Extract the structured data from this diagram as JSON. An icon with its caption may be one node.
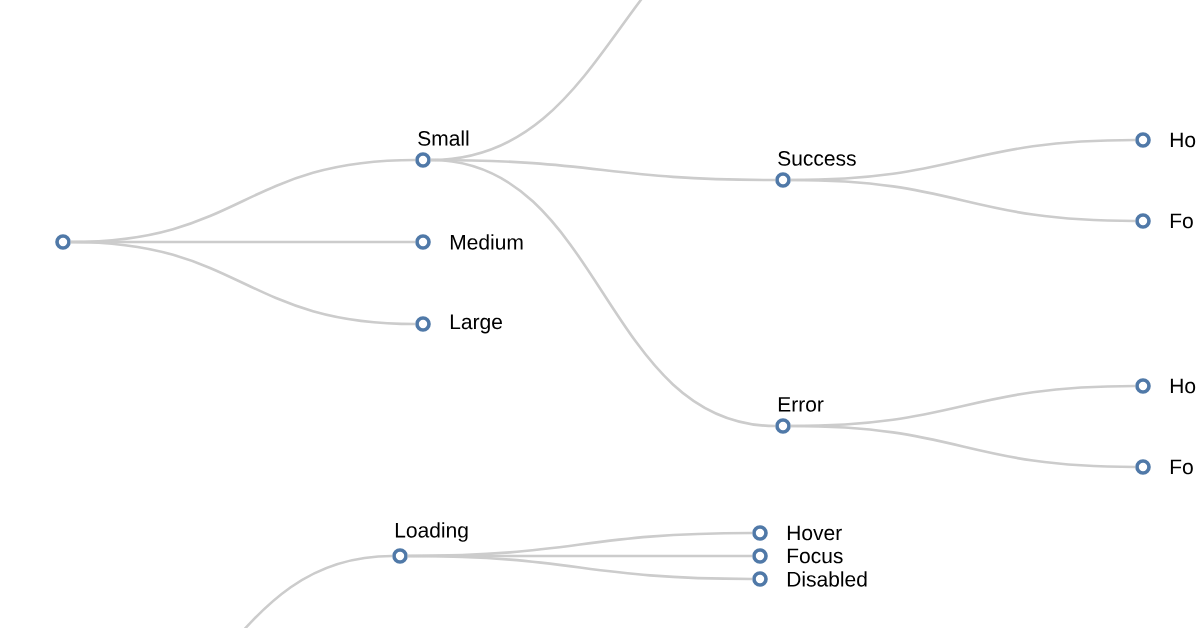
{
  "diagram": {
    "nodes": [
      {
        "text": [],
        "shape": "circle"
      },
      {
        "text": [
          "Small"
        ]
      },
      {
        "text": [
          "Medium"
        ]
      },
      {
        "text": [
          "Large"
        ]
      },
      {
        "text": [
          "Success"
        ]
      },
      {
        "text": [
          "Error"
        ]
      },
      {
        "text": [
          "Ho"
        ]
      },
      {
        "text": [
          "Fo"
        ]
      },
      {
        "text": [
          "Ho"
        ]
      },
      {
        "text": [
          "Fo"
        ]
      },
      {
        "text": [
          "Loading"
        ]
      },
      {
        "text": [
          "Hover"
        ]
      },
      {
        "text": [
          "Focus"
        ]
      },
      {
        "text": [
          "Disabled"
        ]
      }
    ],
    "edges": [
      {
        "from": 0,
        "to": 1,
        "arrow": "none"
      },
      {
        "from": 0,
        "to": 2,
        "arrow": "none"
      },
      {
        "from": 0,
        "to": 3,
        "arrow": "none"
      },
      {
        "from": 1,
        "to": null,
        "arrow": "none"
      },
      {
        "from": 1,
        "to": 4,
        "arrow": "none"
      },
      {
        "from": 1,
        "to": 5,
        "arrow": "none"
      },
      {
        "from": 4,
        "to": 6,
        "arrow": "none"
      },
      {
        "from": 4,
        "to": 7,
        "arrow": "none"
      },
      {
        "from": 5,
        "to": 8,
        "arrow": "none"
      },
      {
        "from": 5,
        "to": 9,
        "arrow": "none"
      },
      {
        "from": null,
        "to": 10,
        "arrow": "none"
      },
      {
        "from": 10,
        "to": 11,
        "arrow": "none"
      },
      {
        "from": 10,
        "to": 12,
        "arrow": "none"
      },
      {
        "from": 10,
        "to": 13,
        "arrow": "none"
      }
    ]
  }
}
